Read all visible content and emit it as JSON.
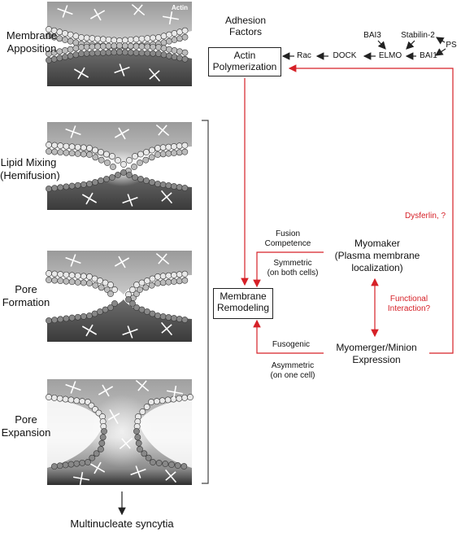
{
  "stages": [
    {
      "label": "Membrane\nApposition"
    },
    {
      "label": "Lipid Mixing\n(Hemifusion)"
    },
    {
      "label": "Pore\nFormation"
    },
    {
      "label": "Pore\nExpansion"
    }
  ],
  "panel1_tag": "Actin",
  "outcome": "Multinucleate syncytia",
  "adhesion_factors": "Adhesion\nFactors",
  "actin_box": "Actin\nPolymerization",
  "membrane_box": "Membrane\nRemodeling",
  "pathway": {
    "rac": "Rac",
    "dock": "DOCK",
    "elmo": "ELMO",
    "bai3": "BAI3",
    "bai1": "BAI1",
    "stabilin": "Stabilin-2",
    "ps": "PS"
  },
  "dysferlin": "Dysferlin, ?",
  "fusion_competence": "Fusion\nCompetence",
  "symmetric": "Symmetric\n(on both cells)",
  "myomaker": "Myomaker\n(Plasma membrane\nlocalization)",
  "functional": "Functional\nInteraction?",
  "fusogenic": "Fusogenic",
  "asymmetric": "Asymmetric\n(on one cell)",
  "myomerger": "Myomerger/Minion\nExpression",
  "colors": {
    "red": "#d62027",
    "dark": "#222222"
  }
}
